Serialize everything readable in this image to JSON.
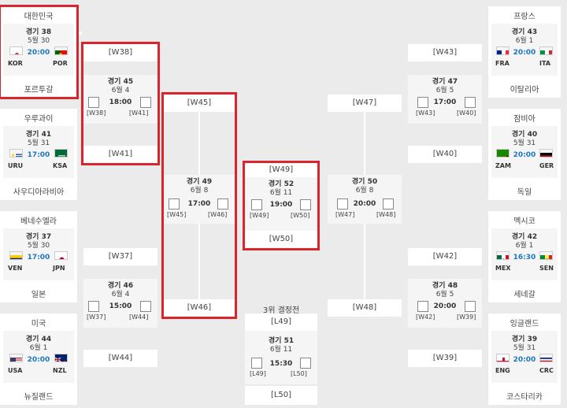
{
  "group_stage": {
    "left": [
      {
        "game": "경기 38",
        "date": "5월 30",
        "time": "20:00",
        "home": "대한민국",
        "away": "포르투갈",
        "home_code": "KOR",
        "away_code": "POR"
      },
      {
        "game": "경기 41",
        "date": "5월 31",
        "time": "17:00",
        "home": "우루과이",
        "away": "사우디아라비아",
        "home_code": "URU",
        "away_code": "KSA"
      },
      {
        "game": "경기 37",
        "date": "5월 30",
        "time": "17:00",
        "home": "베네수엘라",
        "away": "일본",
        "home_code": "VEN",
        "away_code": "JPN"
      },
      {
        "game": "경기 44",
        "date": "6월 1",
        "time": "20:00",
        "home": "미국",
        "away": "뉴질랜드",
        "home_code": "USA",
        "away_code": "NZL"
      }
    ],
    "right": [
      {
        "game": "경기 43",
        "date": "6월 1",
        "time": "20:00",
        "home": "프랑스",
        "away": "이탈리아",
        "home_code": "FRA",
        "away_code": "ITA"
      },
      {
        "game": "경기 40",
        "date": "5월 31",
        "time": "20:00",
        "home": "잠비아",
        "away": "독일",
        "home_code": "ZAM",
        "away_code": "GER"
      },
      {
        "game": "경기 42",
        "date": "6월 1",
        "time": "16:30",
        "home": "멕시코",
        "away": "세네갈",
        "home_code": "MEX",
        "away_code": "SEN"
      },
      {
        "game": "경기 39",
        "date": "5월 31",
        "time": "20:00",
        "home": "잉글랜드",
        "away": "코스타리카",
        "home_code": "ENG",
        "away_code": "CRC"
      }
    ]
  },
  "quarter": {
    "m45": {
      "top": "[W38]",
      "bottom": "[W41]",
      "game": "경기 45",
      "date": "6월 4",
      "time": "18:00",
      "a": "[W38]",
      "b": "[W41]"
    },
    "m46": {
      "top": "[W37]",
      "bottom": "[W44]",
      "game": "경기 46",
      "date": "6월 4",
      "time": "15:00",
      "a": "[W37]",
      "b": "[W44]"
    },
    "m47": {
      "top": "[W43]",
      "bottom": "[W40]",
      "game": "경기 47",
      "date": "6월 5",
      "time": "17:00",
      "a": "[W43]",
      "b": "[W40]"
    },
    "m48": {
      "top": "[W42]",
      "bottom": "[W39]",
      "game": "경기 48",
      "date": "6월 5",
      "time": "20:00",
      "a": "[W42]",
      "b": "[W39]"
    }
  },
  "semi": {
    "m49": {
      "top": "[W45]",
      "bottom": "[W46]",
      "game": "경기 49",
      "date": "6월 8",
      "time": "17:00",
      "a": "[W45]",
      "b": "[W46]"
    },
    "m50": {
      "top": "[W47]",
      "bottom": "[W48]",
      "game": "경기 50",
      "date": "6월 8",
      "time": "20:00",
      "a": "[W47]",
      "b": "[W48]"
    }
  },
  "final": {
    "top": "[W49]",
    "bottom": "[W50]",
    "game": "경기 52",
    "date": "6월 11",
    "time": "19:00",
    "a": "[W49]",
    "b": "[W50]"
  },
  "third": {
    "title": "3위 결정전",
    "top": "[L49]",
    "bottom": "[L50]",
    "game": "경기 51",
    "date": "6월 11",
    "time": "15:30",
    "a": "[L49]",
    "b": "[L50]"
  },
  "colors": {
    "highlight": "#d9262e",
    "time_blue": "#1a78c2",
    "background": "#ebebeb"
  }
}
